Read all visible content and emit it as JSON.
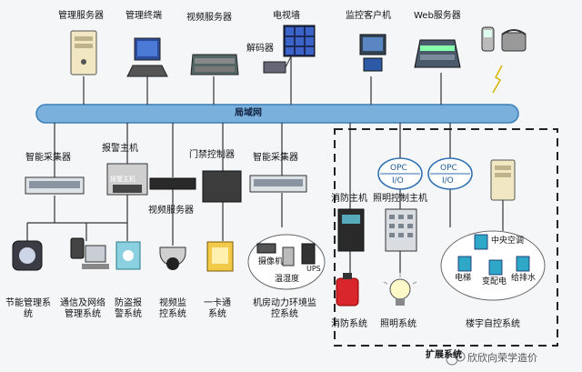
{
  "top": {
    "mgmt_server": "管理服务器",
    "mgmt_terminal": "管理终端",
    "video_server": "视频服务器",
    "tv_wall": "电视墙",
    "decoder": "解码器",
    "monitor_client": "监控客户机",
    "web_server": "Web服务器"
  },
  "lan": "局域网",
  "devices": {
    "collector_left": "智能采集器",
    "alarm_host": "报警主机",
    "alarm_host_panel": "报警主机",
    "access_controller": "门禁控制器",
    "collector_right": "智能采集器",
    "video_server2": "视频服务器",
    "fire_host": "消防主机",
    "lighting_host": "照明控制主机",
    "camera": "摄像机",
    "temp_humidity": "温湿度",
    "ups": "UPS",
    "opc1_top": "OPC",
    "opc1_bottom": "I/O",
    "opc2_top": "OPC",
    "opc2_bottom": "I/O",
    "central_ac": "中央空调",
    "elevator": "电梯",
    "substation": "变配电",
    "water": "给排水"
  },
  "systems": {
    "energy": "节能管理系统",
    "comm": "通信及网络管理系统",
    "burglar": "防盗报警系统",
    "video_monitor": "视频监控系统",
    "card": "一卡通系统",
    "room_env": "机房动力环境监控系统",
    "fire": "消防系统",
    "lighting": "照明系统",
    "building": "楼宇自控系统",
    "expansion": "扩展系统"
  },
  "watermark": "欣欣向荣学造价",
  "colors": {
    "lan_bar": "#6ea8d8",
    "device_blue": "#3a86c8",
    "dashed": "#222222"
  }
}
